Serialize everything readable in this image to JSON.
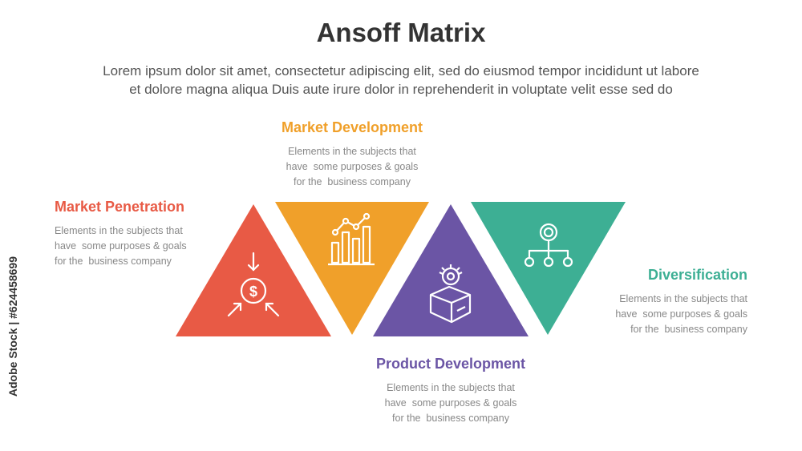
{
  "title": "Ansoff Matrix",
  "subtitle_line1": "Lorem ipsum dolor sit amet, consectetur adipiscing elit, sed do eiusmod tempor incididunt ut labore",
  "subtitle_line2": "et dolore magna aliqua Duis aute irure dolor in reprehenderit in voluptate velit esse sed do",
  "watermark": "Adobe Stock | #624458699",
  "items": [
    {
      "label": "Market Penetration",
      "description": "Elements in the subjects that\nhave  some purposes & goals\nfor the  business company",
      "color": "#e85a45",
      "icon": "dollar-target-icon"
    },
    {
      "label": "Market Development",
      "description": "Elements in the subjects that\nhave  some purposes & goals\nfor the  business company",
      "color": "#f0a02a",
      "icon": "growth-chart-icon"
    },
    {
      "label": "Product Development",
      "description": "Elements in the subjects that\nhave  some purposes & goals\nfor the  business company",
      "color": "#6b55a5",
      "icon": "product-box-gear-icon"
    },
    {
      "label": "Diversification",
      "description": "Elements in the subjects that\nhave  some purposes & goals\nfor the  business company",
      "color": "#3daf94",
      "icon": "hierarchy-network-icon"
    }
  ]
}
